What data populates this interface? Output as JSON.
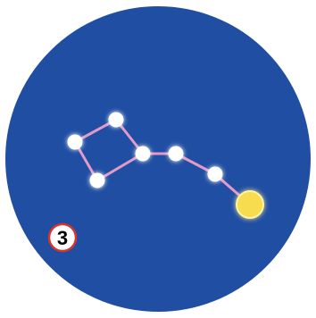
{
  "scene": {
    "badge": {
      "number": "3",
      "ring_color": "#d9342b",
      "fill_color": "#ffffff"
    },
    "colors": {
      "sky": "#1f4ea3",
      "sky_edge": "#ffffff",
      "connector": "#e39ac7",
      "star": "#ffffff",
      "bright_star": "#f7dc4f",
      "bright_star_glow": "#fff2a6"
    },
    "constellation": {
      "shape": "dipper",
      "star_count": 7,
      "bright_star_count": 1
    }
  }
}
